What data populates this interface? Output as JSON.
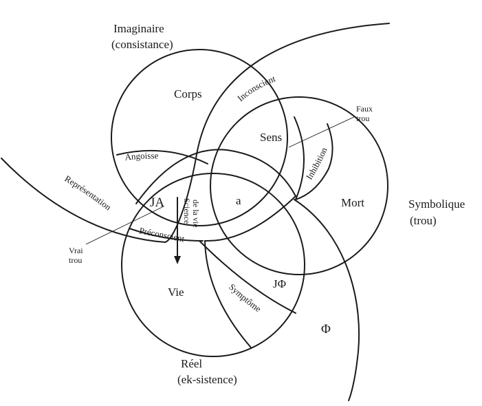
{
  "labels": {
    "imaginaire": "Imaginaire",
    "consistance": "(consistance)",
    "symbolique": "Symbolique",
    "trou": "(trou)",
    "reel": "Réel",
    "eksistence": "(ek-sistence)",
    "corps": "Corps",
    "sens": "Sens",
    "mort": "Mort",
    "vie": "Vie",
    "ja": "JA",
    "a": "a",
    "jphi": "JΦ",
    "phi": "Φ",
    "angoisse": "Angoisse",
    "inconscient": "Inconscient",
    "inhibition": "Inhibition",
    "preconscient": "Préconscient",
    "symptome": "Symptôme",
    "representation": "Représentation",
    "science_1": "Science",
    "science_2": "de la vie",
    "faux_1": "Faux",
    "faux_2": "trou",
    "vrai_1": "Vrai",
    "vrai_2": "trou"
  }
}
